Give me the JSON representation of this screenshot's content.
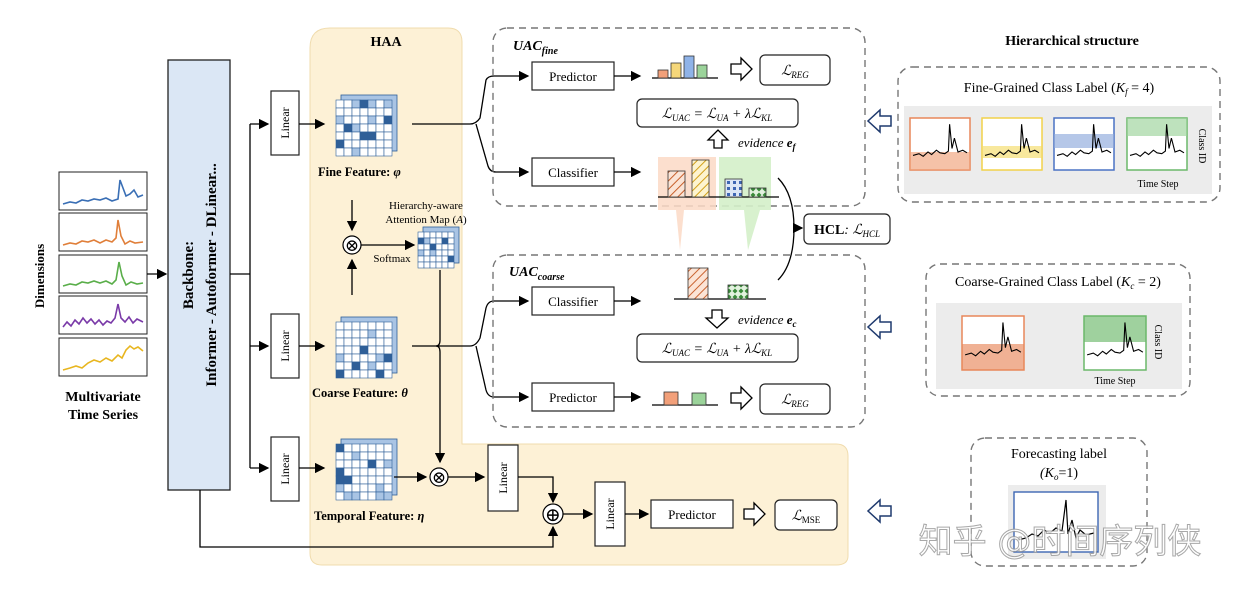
{
  "left": {
    "dimensions_label": "Dimensions",
    "title_line1": "Multivariate",
    "title_line2": "Time Series",
    "series_colors": [
      "#3a6fb5",
      "#e07f3a",
      "#5aae4a",
      "#7a3aa8",
      "#e8b620"
    ]
  },
  "backbone": {
    "line1": "Backbone:",
    "line2": "Informer - Autoformer - DLinear..."
  },
  "linear_label": "Linear",
  "haa": {
    "title": "HAA",
    "fine_feature": "Fine Feature: ",
    "fine_symbol": "φ",
    "coarse_feature": "Coarse Feature: ",
    "coarse_symbol": "θ",
    "temporal_feature": "Temporal Feature: ",
    "temporal_symbol": "η",
    "attention_line1": "Hierarchy-aware",
    "attention_line2": "Attention Map (",
    "attention_symbol": "A",
    "attention_close": ")",
    "softmax": "Softmax",
    "otimes": "⊗",
    "oplus": "⊕"
  },
  "uac_fine": {
    "title": "UAC",
    "subscript": "fine",
    "predictor": "Predictor",
    "classifier": "Classifier",
    "loss_reg": "ℒ",
    "loss_reg_sub": "REG",
    "loss_uac": "ℒ",
    "loss_uac_sub": "UAC",
    "eq": "= ℒ",
    "ua_sub": "UA",
    "plus": "+ λℒ",
    "kl_sub": "KL",
    "evidence": "evidence ",
    "evidence_symbol": "e",
    "evidence_sub": "f"
  },
  "uac_coarse": {
    "title": "UAC",
    "subscript": "coarse",
    "predictor": "Predictor",
    "classifier": "Classifier",
    "evidence": "evidence ",
    "evidence_symbol": "e",
    "evidence_sub": "c"
  },
  "hcl": {
    "label": "HCL",
    "colon": ": ℒ",
    "sub": "HCL"
  },
  "temporal_branch": {
    "predictor": "Predictor",
    "loss": "ℒ",
    "loss_sub": "MSE"
  },
  "hierarchy": {
    "title": "Hierarchical structure",
    "fine_label": "Fine-Grained Class Label (",
    "fine_k": "K",
    "fine_k_sub": "f",
    "fine_eq": " = 4)",
    "class_id": "Class ID",
    "time_step": "Time Step",
    "coarse_label": "Coarse-Grained Class Label (",
    "coarse_k": "K",
    "coarse_k_sub": "c",
    "coarse_eq": " = 2)",
    "forecast_line1": "Forecasting label",
    "forecast_k": "(K",
    "forecast_k_sub": "o",
    "forecast_eq": "=1)"
  },
  "watermark": "知乎 @时间序列侠",
  "colors": {
    "haa_bg": "#fdf1d6",
    "orange": "#e8875a",
    "yellow": "#f2d24a",
    "blue": "#4a72c4",
    "green": "#6bb86a",
    "grid_dark": "#2f5f98",
    "grid_light": "#a9c4e4",
    "dashed": "#777777"
  }
}
